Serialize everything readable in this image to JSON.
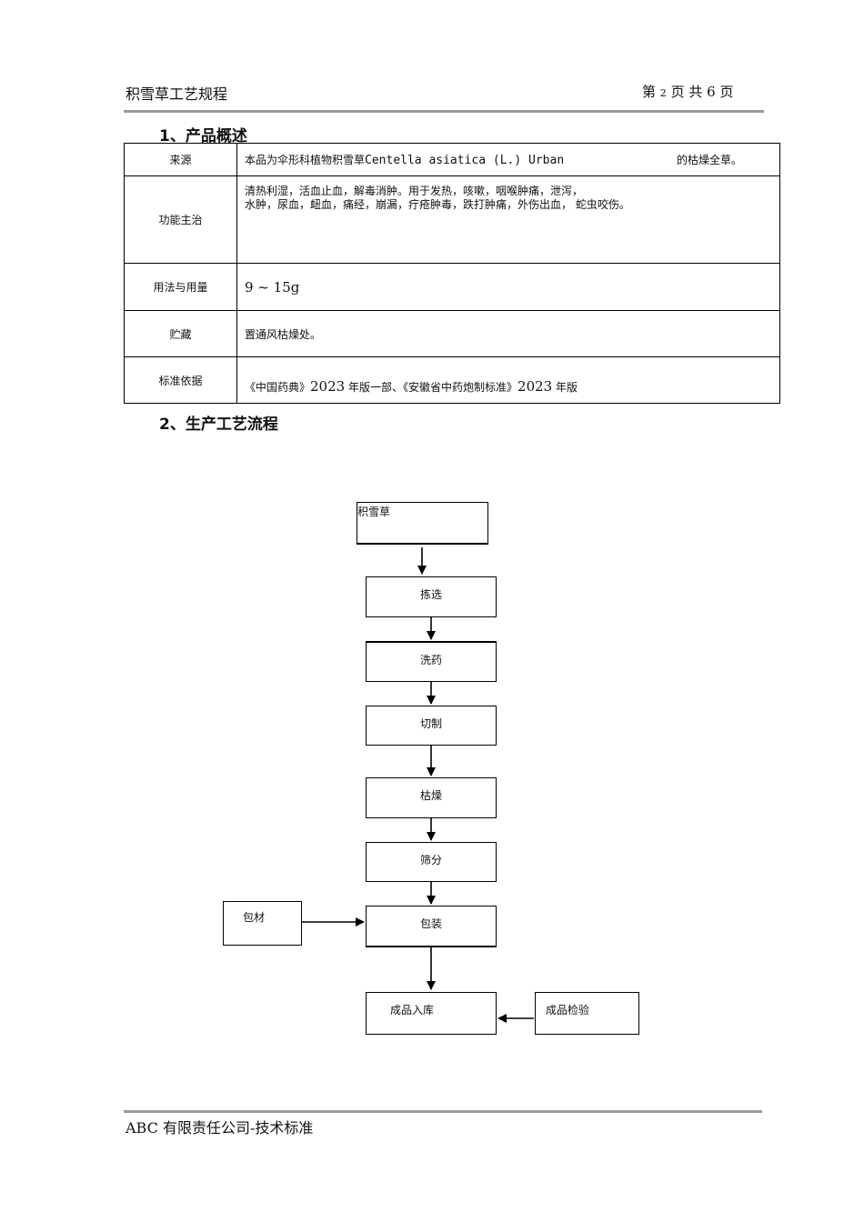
{
  "header": {
    "title": "积雪草工艺规程",
    "page_label_prefix": "第",
    "page_current": "2",
    "page_label_mid": "页 共",
    "page_total": "6",
    "page_label_suffix": "页"
  },
  "section1": {
    "title": "1、产品概述",
    "rows": [
      {
        "label": "来源",
        "value_a": "本品为伞形科植物积雪草",
        "value_b": "Centella asiatica (L.) Urban",
        "value_c": "的枯燥全草。"
      },
      {
        "label": "功能主治",
        "value_line1": "清热利湿，活血止血，解毒消肿。用于发热，咳嗽，咽喉肿痛，泄泻，",
        "value_line2": "水肿，尿血，衄血，痛经，崩漏，疔疮肿毒，跌打肿痛，外伤出血， 蛇虫咬伤。"
      },
      {
        "label": "用法与用量",
        "value": "9 ~ 15g"
      },
      {
        "label": "贮藏",
        "value": "置通风枯燥处。"
      },
      {
        "label": "标准依据",
        "value_a": "《中国药典》",
        "value_b": "2023",
        "value_c": " 年版一部、《安徽省中药炮制标准》",
        "value_d": "2023",
        "value_e": " 年版"
      }
    ]
  },
  "section2": {
    "title": "2、生产工艺流程",
    "steps": [
      "积雪草",
      "拣选",
      "洗药",
      "切制",
      "枯燥",
      "筛分",
      "包装",
      "成品入库"
    ],
    "side_inputs": {
      "packaging": "包材",
      "inspection": "成品检验"
    }
  },
  "footer": {
    "text": "ABC 有限责任公司-技术标准"
  }
}
